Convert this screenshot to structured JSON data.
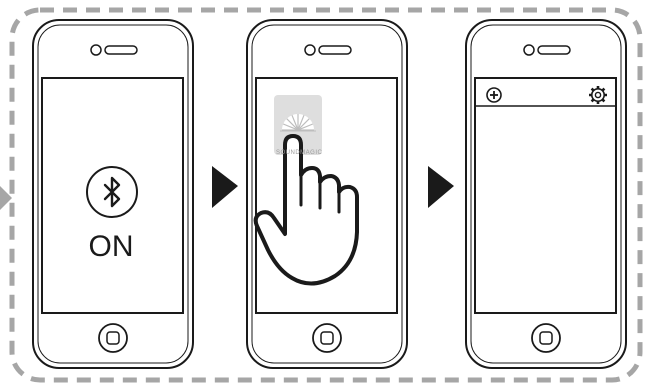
{
  "steps": [
    {
      "id": "bluetooth",
      "status_text": "ON"
    },
    {
      "id": "launch-app",
      "app_caption": "SOUNDMAGIC"
    },
    {
      "id": "app-screen"
    }
  ],
  "icons": {
    "step1": "bluetooth-icon",
    "step2": "app-icon",
    "step2_overlay": "pointing-hand-icon",
    "step3_left": "add-icon",
    "step3_right": "gear-icon",
    "arrows": "triangle-right-icon"
  },
  "colors": {
    "border_dash": "#a6a6a6",
    "phone_outline": "#1a1a1a",
    "arrow": "#1a1a1a",
    "app_icon_bg": "#dedede"
  }
}
